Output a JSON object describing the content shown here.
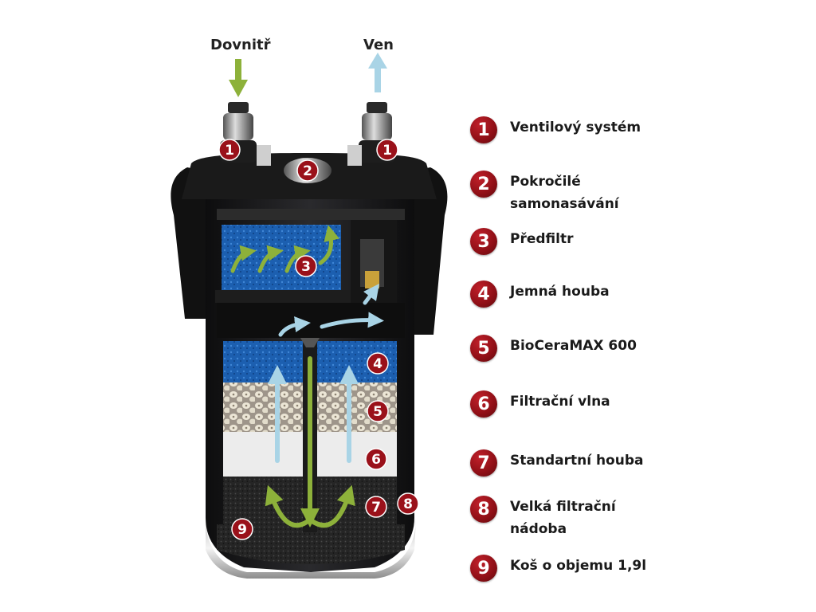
{
  "flow": {
    "in_label": "Dovnitř",
    "out_label": "Ven"
  },
  "colors": {
    "badge": "#9a111a",
    "in_arrow": "#8db13a",
    "out_arrow": "#a9d4e6",
    "housing": "#1c1c1e",
    "blue_sponge": "#1c5fb0",
    "ceramic": "#e8e2d2",
    "wool": "#ececec",
    "black_sponge": "#2a2a2a"
  },
  "legend": [
    {
      "num": "1",
      "text": "Ventilový systém"
    },
    {
      "num": "2",
      "text": "Pokročilé samonasávání"
    },
    {
      "num": "3",
      "text": "Předfiltr"
    },
    {
      "num": "4",
      "text": "Jemná houba"
    },
    {
      "num": "5",
      "text": "BioCeraMAX 600"
    },
    {
      "num": "6",
      "text": "Filtrační vlna"
    },
    {
      "num": "7",
      "text": "Standartní houba"
    },
    {
      "num": "8",
      "text": "Velká filtrační nádoba"
    },
    {
      "num": "9",
      "text": "Koš o objemu 1,9l"
    }
  ],
  "markers": [
    {
      "num": "1",
      "part": "valve-left"
    },
    {
      "num": "1",
      "part": "valve-right"
    },
    {
      "num": "2",
      "part": "priming"
    },
    {
      "num": "3",
      "part": "prefilter"
    },
    {
      "num": "4",
      "part": "fine-sponge"
    },
    {
      "num": "5",
      "part": "biocera"
    },
    {
      "num": "6",
      "part": "wool"
    },
    {
      "num": "7",
      "part": "standard-sponge"
    },
    {
      "num": "8",
      "part": "canister"
    },
    {
      "num": "9",
      "part": "basket"
    }
  ]
}
